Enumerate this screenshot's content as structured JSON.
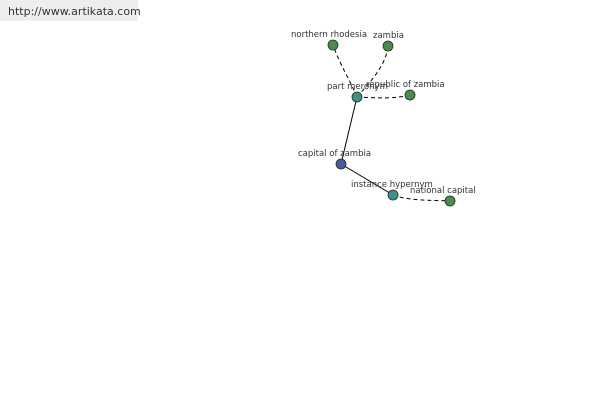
{
  "header": {
    "url": "http://www.artikata.com"
  },
  "graph": {
    "nodes": [
      {
        "id": "northern-rhodesia",
        "label": "northern rhodesia",
        "kind": "term"
      },
      {
        "id": "zambia",
        "label": "zambia",
        "kind": "term"
      },
      {
        "id": "part-meronym",
        "label": "part meronym",
        "kind": "relation"
      },
      {
        "id": "republic-of-zambia",
        "label": "republic of zambia",
        "kind": "term"
      },
      {
        "id": "capital-of-zambia",
        "label": "capital of zambia",
        "kind": "root"
      },
      {
        "id": "instance-hypernym",
        "label": "instance hypernym",
        "kind": "relation"
      },
      {
        "id": "national-capital",
        "label": "national capital",
        "kind": "term"
      }
    ],
    "edges": [
      {
        "from": "part-meronym",
        "to": "northern-rhodesia",
        "style": "dashed"
      },
      {
        "from": "part-meronym",
        "to": "zambia",
        "style": "dashed"
      },
      {
        "from": "part-meronym",
        "to": "republic-of-zambia",
        "style": "dashed"
      },
      {
        "from": "capital-of-zambia",
        "to": "part-meronym",
        "style": "solid"
      },
      {
        "from": "capital-of-zambia",
        "to": "instance-hypernym",
        "style": "solid"
      },
      {
        "from": "instance-hypernym",
        "to": "national-capital",
        "style": "dashed"
      }
    ],
    "colors": {
      "term": "#4e8a4e",
      "relation": "#3f8f8a",
      "root": "#4a5a9a",
      "edge": "#000000",
      "label": "#333333"
    }
  }
}
